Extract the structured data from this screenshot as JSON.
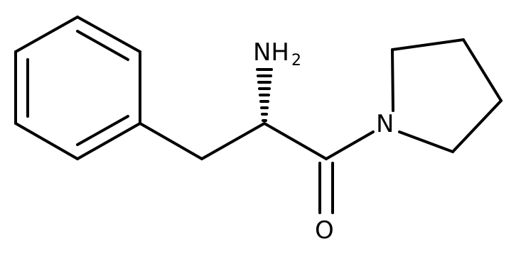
{
  "molecule": {
    "atoms": {
      "amine": {
        "symbol": "NH",
        "subscript": "2"
      },
      "ring_nitrogen": {
        "symbol": "N"
      },
      "carbonyl_oxygen": {
        "symbol": "O"
      }
    }
  },
  "colors": {
    "bond": "#000000",
    "label": "#000000",
    "background": "#ffffff"
  }
}
